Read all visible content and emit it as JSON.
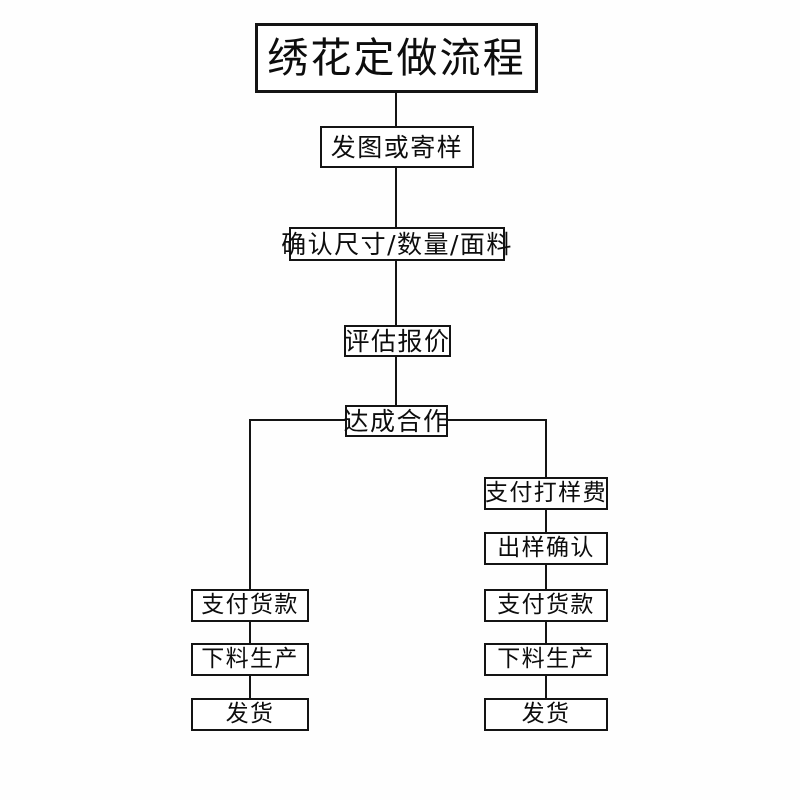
{
  "diagram": {
    "title": "绣花定做流程",
    "type": "flowchart",
    "orientation": "top-down",
    "background_color": "#fefefe",
    "line_color": "#141414",
    "text_color": "#0d0d0d"
  },
  "nodes": {
    "title": "绣花定做流程",
    "send_image": "发图或寄样",
    "confirm_specs": "确认尺寸/数量/面料",
    "quote": "评估报价",
    "deal": "达成合作",
    "left_branch": {
      "pay_goods": "支付货款",
      "production": "下料生产",
      "shipping": "发货"
    },
    "right_branch": {
      "pay_sample_fee": "支付打样费",
      "sample_confirm": "出样确认",
      "pay_goods": "支付货款",
      "production": "下料生产",
      "shipping": "发货"
    }
  },
  "edges": [
    {
      "from": "绣花定做流程",
      "to": "发图或寄样"
    },
    {
      "from": "发图或寄样",
      "to": "确认尺寸/数量/面料"
    },
    {
      "from": "确认尺寸/数量/面料",
      "to": "评估报价"
    },
    {
      "from": "评估报价",
      "to": "达成合作"
    },
    {
      "from": "达成合作",
      "to": "支付货款",
      "branch": "left"
    },
    {
      "from": "支付货款",
      "to": "下料生产",
      "branch": "left"
    },
    {
      "from": "下料生产",
      "to": "发货",
      "branch": "left"
    },
    {
      "from": "达成合作",
      "to": "支付打样费",
      "branch": "right"
    },
    {
      "from": "支付打样费",
      "to": "出样确认",
      "branch": "right"
    },
    {
      "from": "出样确认",
      "to": "支付货款",
      "branch": "right"
    },
    {
      "from": "支付货款",
      "to": "下料生产",
      "branch": "right"
    },
    {
      "from": "下料生产",
      "to": "发货",
      "branch": "right"
    }
  ]
}
